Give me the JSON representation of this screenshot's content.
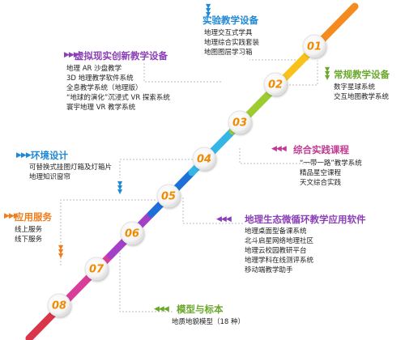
{
  "colors": {
    "segments": [
      "#f58a1f",
      "#f8c21a",
      "#9ccc2f",
      "#33b6e6",
      "#1f6fd8",
      "#a43fc8",
      "#d93d9a",
      "#d9364a"
    ],
    "node_text": "#f08a00",
    "blue_title": "#1f88d6",
    "purple_title": "#8a3fb6",
    "green_title": "#6aa82b",
    "magenta_title": "#c03a93",
    "orange_title": "#ef7d1b"
  },
  "nodes": [
    "01",
    "02",
    "03",
    "04",
    "05",
    "06",
    "07",
    "08"
  ],
  "blocks": {
    "experiment": {
      "title": "实验教学设备",
      "items": [
        "地理交互式学具",
        "地理综合实践套装",
        "地图图层学习箱"
      ]
    },
    "virtual": {
      "title": "虚拟现实创新教学设备",
      "items": [
        "地理 AR 沙盘教学",
        "3D 地理教学软件系统",
        "全息教学系统（地理版）",
        "“地球的演化”沉浸式 VR 探索系统",
        "寰宇地理 VR 教学系统"
      ]
    },
    "regular": {
      "title": "常规教学设备",
      "items": [
        "数字星球系统",
        "交互地图教学系统"
      ]
    },
    "practice": {
      "title": "综合实践课程",
      "items": [
        "“一带一路”教学系统",
        "精品星空课程",
        "天文综合实践"
      ]
    },
    "environment": {
      "title": "环境设计",
      "items": [
        "可替换式挂图灯箱及灯箱片",
        "地理知识窗帘"
      ]
    },
    "ecology": {
      "title": "地理生态微循环教学应用软件",
      "items": [
        "地理桌面型备课系统",
        "北斗启星网络地理社区",
        "地理云校园教研平台",
        "地理学科在线测评系统",
        "移动端教学助手"
      ]
    },
    "service": {
      "title": "应用服务",
      "items": [
        "线上服务",
        "线下服务"
      ]
    },
    "models": {
      "title": "模型与标本",
      "items": [
        "地质地貌模型（18 种）"
      ]
    }
  }
}
